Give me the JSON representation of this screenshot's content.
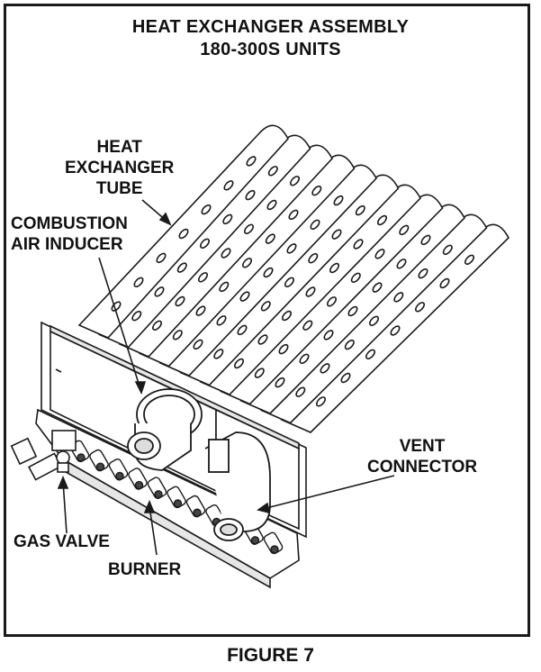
{
  "diagram": {
    "title_line1": "HEAT EXCHANGER ASSEMBLY",
    "title_line2": "180-300S UNITS",
    "labels": {
      "heat_exchanger_tube": [
        "HEAT",
        "EXCHANGER",
        "TUBE"
      ],
      "combustion_air_inducer": [
        "COMBUSTION",
        "AIR INDUCER"
      ],
      "vent_connector": [
        "VENT",
        "CONNECTOR"
      ],
      "gas_valve": "GAS VALVE",
      "burner": "BURNER"
    },
    "caption": "FIGURE 7",
    "colors": {
      "line": "#1a1a1a",
      "fill": "#ffffff",
      "shade": "#d9d9d9"
    }
  }
}
